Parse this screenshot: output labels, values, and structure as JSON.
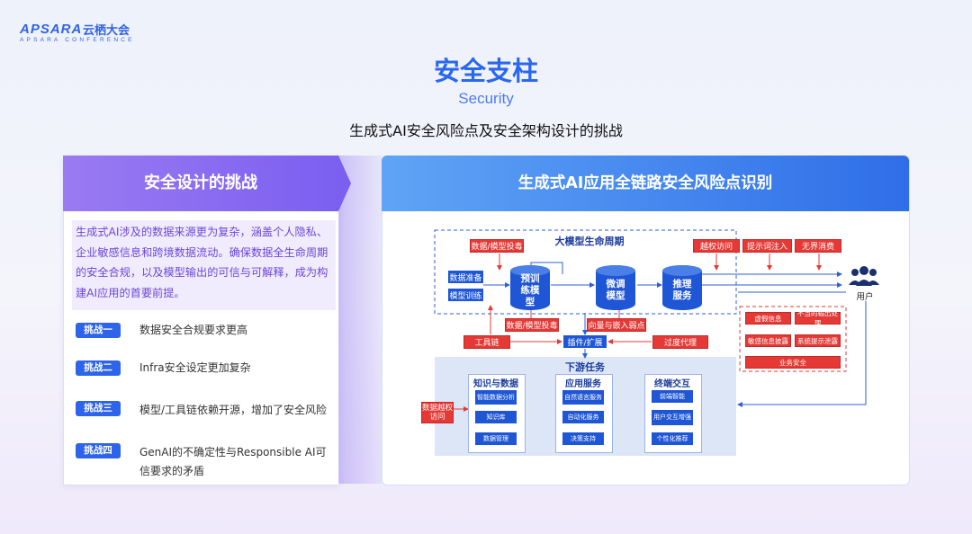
{
  "brand": {
    "name": "APSARA",
    "cn": "云栖大会",
    "sub": "APSARA CONFERENCE"
  },
  "title": "安全支柱",
  "subtitle": "Security",
  "tagline": "生成式AI安全风险点及安全架构设计的挑战",
  "left": {
    "header": "安全设计的挑战",
    "intro": "生成式AI涉及的数据来源更为复杂，涵盖个人隐私、企业敏感信息和跨境数据流动。确保数据全生命周期的安全合规，以及模型输出的可信与可解释，成为构建AI应用的首要前提。",
    "challenges": [
      {
        "tag": "挑战一",
        "text": "数据安全合规要求更高"
      },
      {
        "tag": "挑战二",
        "text": "Infra安全设定更加复杂"
      },
      {
        "tag": "挑战三",
        "text": "模型/工具链依赖开源，增加了安全风险"
      },
      {
        "tag": "挑战四",
        "text": "GenAI的不确定性与Responsible AI可信要求的矛盾"
      }
    ]
  },
  "right": {
    "header": "生成式AI应用全链路安全风险点识别",
    "lifecycle": "大模型生命周期",
    "data_prep": "数据准备",
    "model_train": "模型训练",
    "pretrain": "预训练模型",
    "finetune": "微调模型",
    "inference": "推理服务",
    "user": "用户",
    "risk_poison_top": "数据/模型投毒",
    "risk_poison_mid": "数据/模型投毒",
    "risk_vector": "向量与嵌入弱点",
    "risk_overreach": "越权访问",
    "risk_prompt": "提示词注入",
    "risk_unbounded": "无界消费",
    "toolchain": "工具链",
    "plugin": "插件/扩展",
    "excess_agent": "过度代理",
    "data_overreach": "数据越权访问",
    "output_risks": [
      "虚假信息",
      "不当的输出处理",
      "敏感信息披露",
      "系统提示泄露"
    ],
    "business_security": "业务安全",
    "downstream": "下游任务",
    "columns": [
      {
        "title": "知识与数据",
        "items": [
          "智能数据分析",
          "知识库",
          "数据管理"
        ]
      },
      {
        "title": "应用服务",
        "items": [
          "自然语言服务",
          "自动化服务",
          "决策支持"
        ]
      },
      {
        "title": "终端交互",
        "items": [
          "前端智能",
          "用户交互增强",
          "个性化推荐"
        ]
      }
    ]
  }
}
